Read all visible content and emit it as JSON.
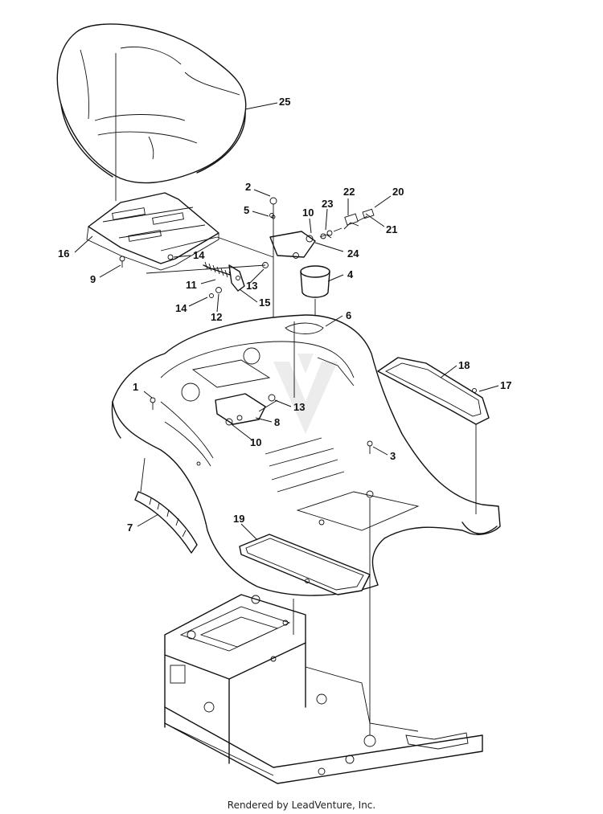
{
  "callouts": [
    {
      "id": "25",
      "label": "25"
    },
    {
      "id": "2",
      "label": "2"
    },
    {
      "id": "5",
      "label": "5"
    },
    {
      "id": "10a",
      "label": "10"
    },
    {
      "id": "23",
      "label": "23"
    },
    {
      "id": "22",
      "label": "22"
    },
    {
      "id": "20",
      "label": "20"
    },
    {
      "id": "21",
      "label": "21"
    },
    {
      "id": "24",
      "label": "24"
    },
    {
      "id": "16",
      "label": "16"
    },
    {
      "id": "14a",
      "label": "14"
    },
    {
      "id": "9",
      "label": "9"
    },
    {
      "id": "11",
      "label": "11"
    },
    {
      "id": "13a",
      "label": "13"
    },
    {
      "id": "4",
      "label": "4"
    },
    {
      "id": "14b",
      "label": "14"
    },
    {
      "id": "12",
      "label": "12"
    },
    {
      "id": "15",
      "label": "15"
    },
    {
      "id": "6",
      "label": "6"
    },
    {
      "id": "18",
      "label": "18"
    },
    {
      "id": "17",
      "label": "17"
    },
    {
      "id": "1",
      "label": "1"
    },
    {
      "id": "13b",
      "label": "13"
    },
    {
      "id": "8",
      "label": "8"
    },
    {
      "id": "10b",
      "label": "10"
    },
    {
      "id": "3",
      "label": "3"
    },
    {
      "id": "7",
      "label": "7"
    },
    {
      "id": "19",
      "label": "19"
    }
  ],
  "footer": "Rendered by LeadVenture, Inc."
}
